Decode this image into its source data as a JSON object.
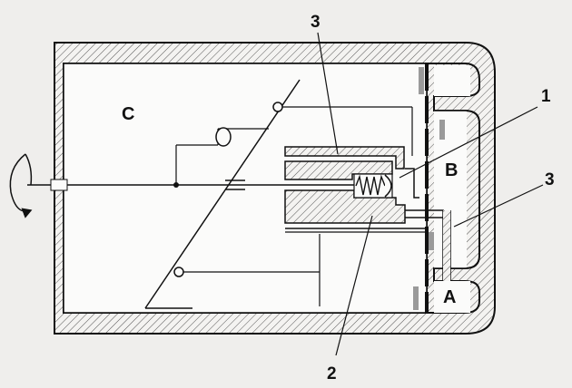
{
  "labels": {
    "chamber_c": "C",
    "chamber_b": "B",
    "chamber_a": "A",
    "callout_1": "1",
    "callout_2": "2",
    "callout_3_top": "3",
    "callout_3_right": "3"
  },
  "colors": {
    "background": "#efeeec",
    "ink": "#111111",
    "hatch": "#555555",
    "grey_block": "#9a9a9a"
  },
  "icons": {
    "rotation": "rotation-arrow-icon",
    "spring": "spring-icon",
    "pivot": "pivot-circle-icon"
  }
}
